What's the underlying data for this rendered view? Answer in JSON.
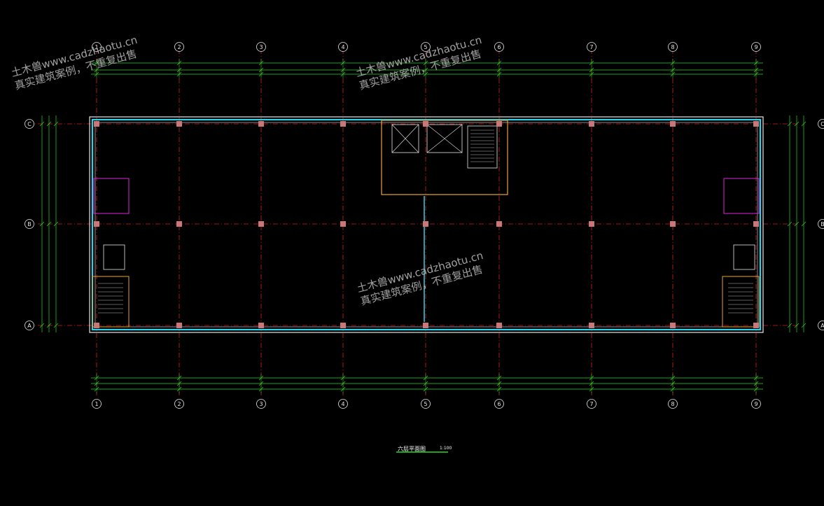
{
  "watermark": {
    "line1": "土木兽www.cadzhaotu.cn",
    "line2": "真实建筑案例，不重复出售"
  },
  "axes": {
    "numbered": [
      "①",
      "②",
      "③",
      "④",
      "⑤",
      "⑥",
      "⑦",
      "⑧",
      "⑨"
    ],
    "lettered": [
      "Ⓒ",
      "Ⓑ",
      "Ⓐ"
    ]
  },
  "title": {
    "name": "六层平面图",
    "scale": "1:100"
  },
  "colors": {
    "background": "#000000",
    "axis_line": "#d21e1e",
    "dimension": "#27d827",
    "wall": "#e6e6e6",
    "glazing": "#2fd0e8",
    "core": "#e8a33a",
    "toilet": "#e020e0",
    "column": "#c87878"
  }
}
